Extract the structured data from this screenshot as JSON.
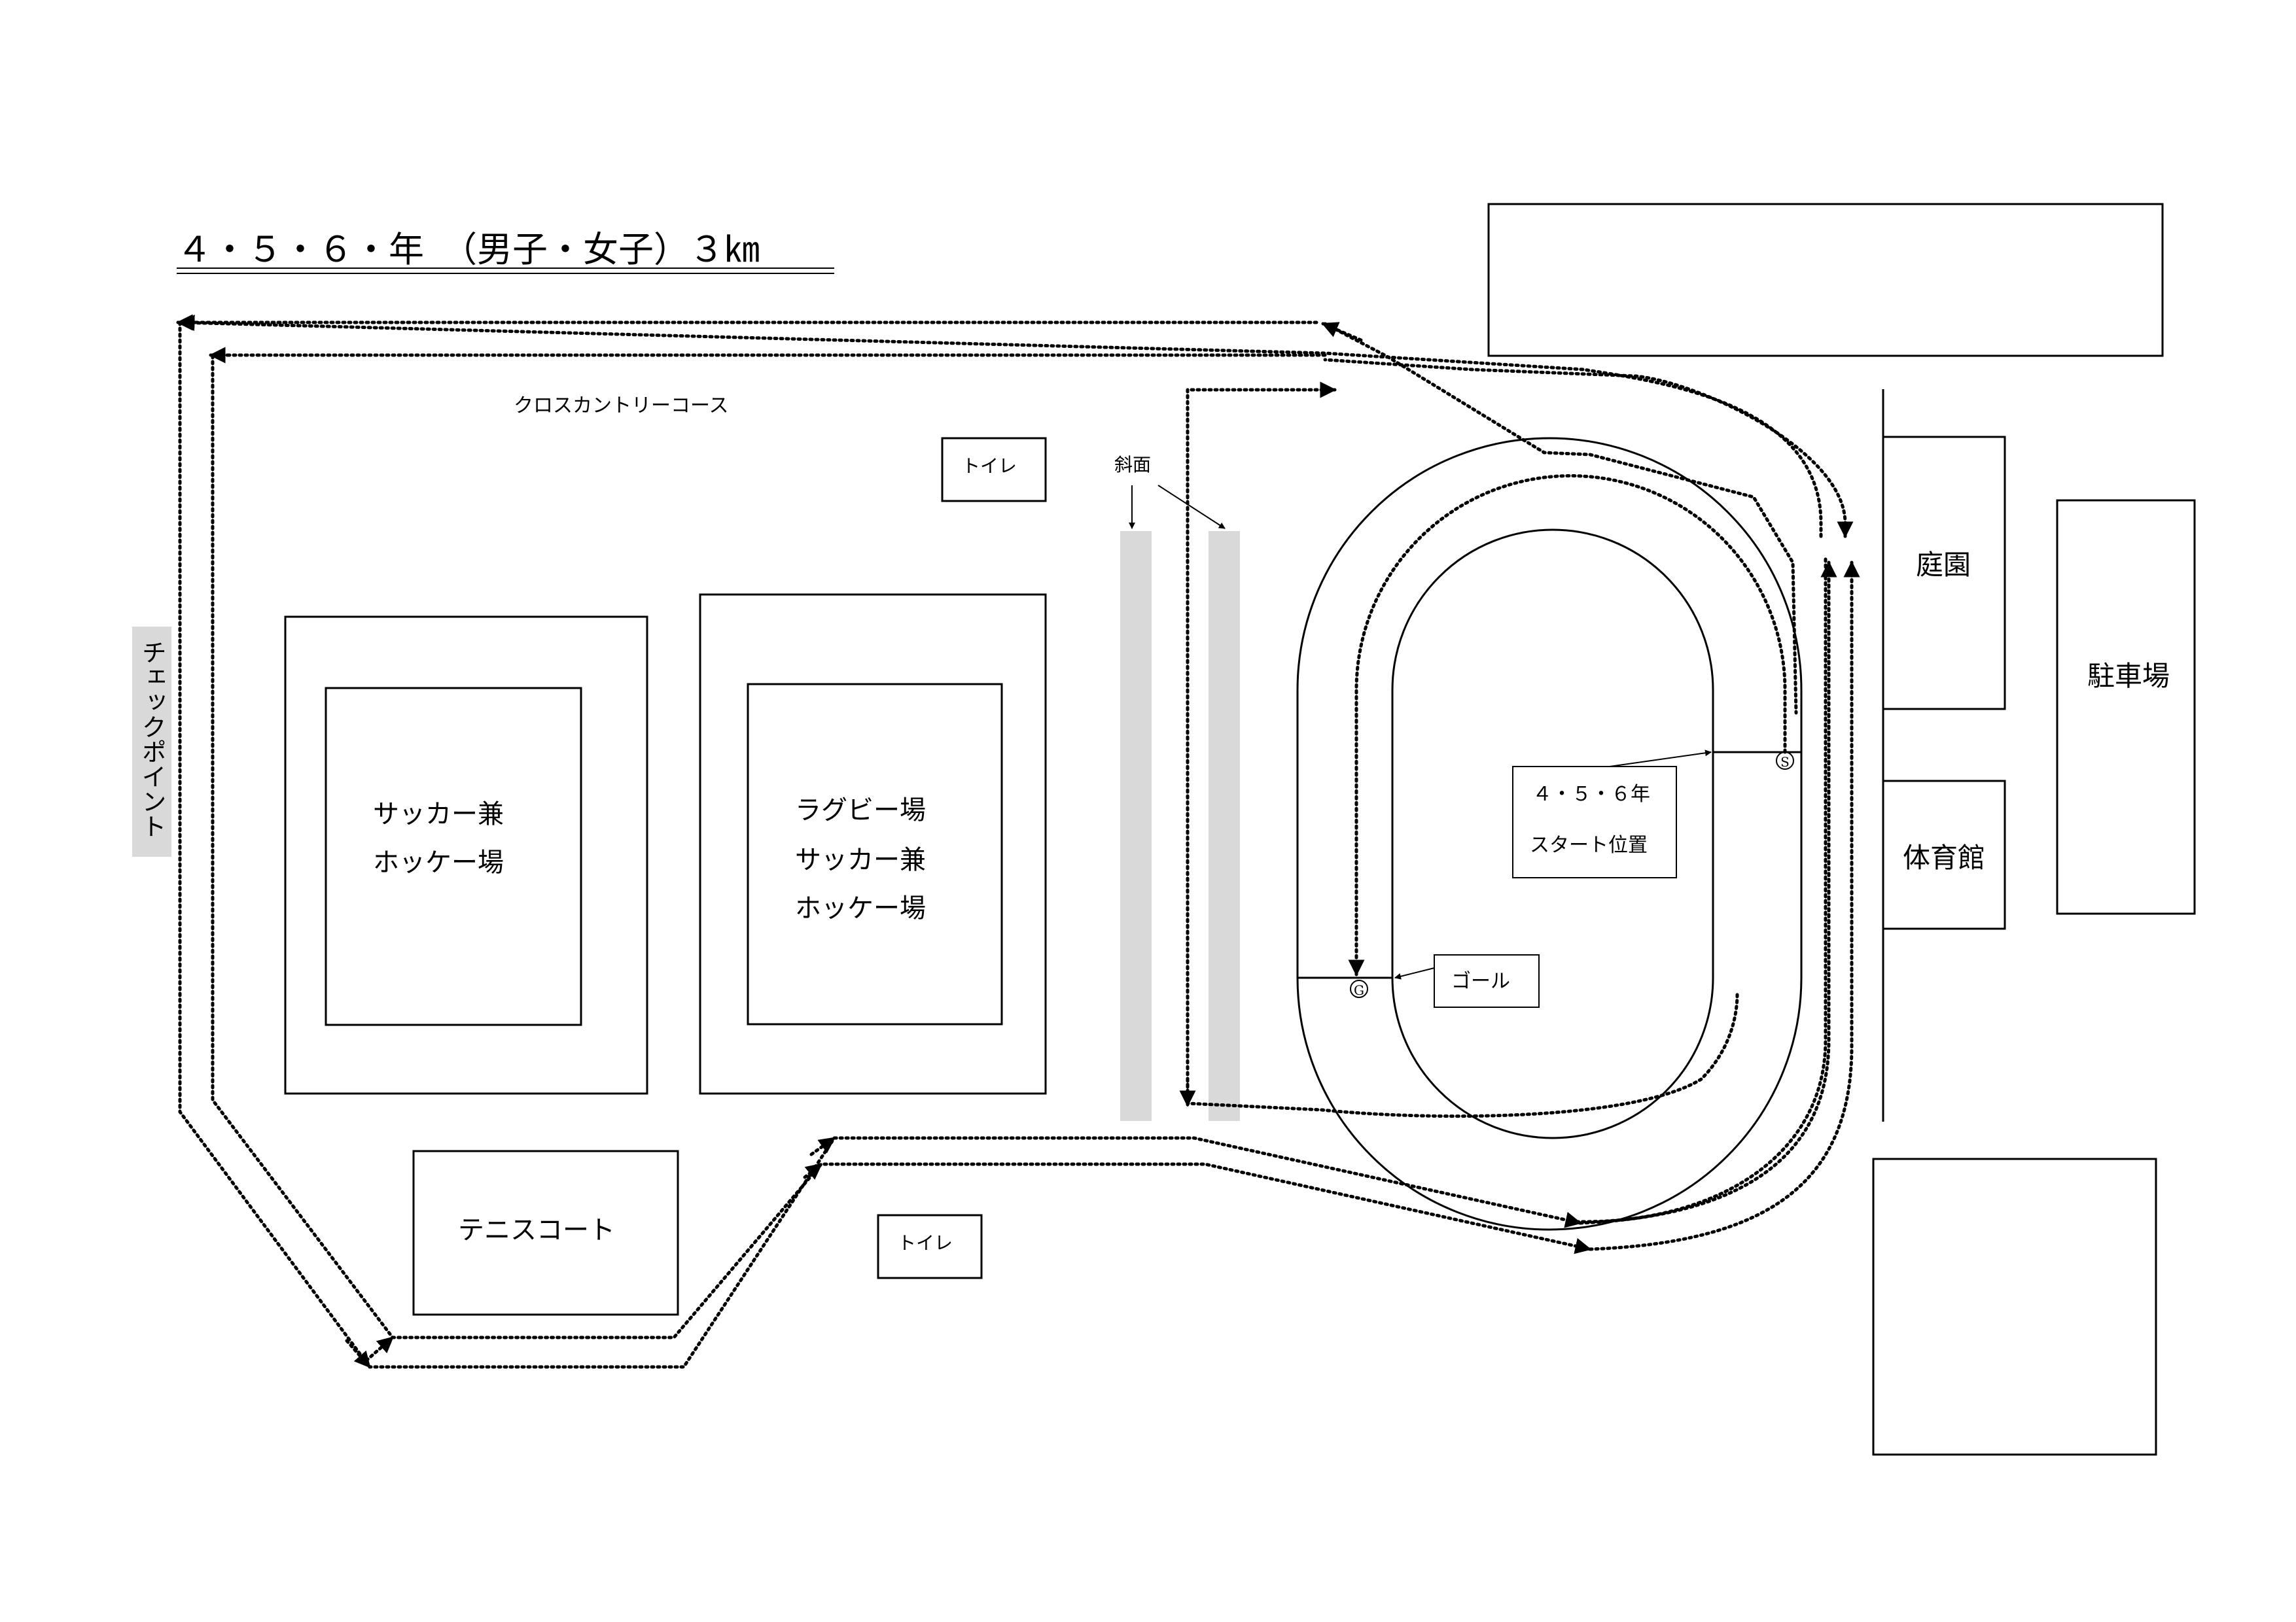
{
  "title": "４・５・６・年　（男子・女子）３㎞",
  "labels": {
    "course": "クロスカントリーコース",
    "toilet_top": "トイレ",
    "toilet_bottom": "トイレ",
    "slope": "斜面",
    "soccer_field_line1": "サッカー兼",
    "soccer_field_line2": "ホッケー場",
    "rugby_field_line1": "ラグビー場",
    "rugby_field_line2": "サッカー兼",
    "rugby_field_line3": "ホッケー場",
    "tennis": "テニスコート",
    "garden": "庭園",
    "gym": "体育館",
    "parking": "駐車場",
    "checkpoint": "チェックポイント",
    "start_line1": "４・５・６年",
    "start_line2": "スタート位置",
    "goal": "ゴール",
    "start_marker": "S",
    "goal_marker": "G"
  },
  "colors": {
    "line": "#000000",
    "slope_fill": "#d9d9d9",
    "checkpoint_fill": "#d9d9d9"
  }
}
